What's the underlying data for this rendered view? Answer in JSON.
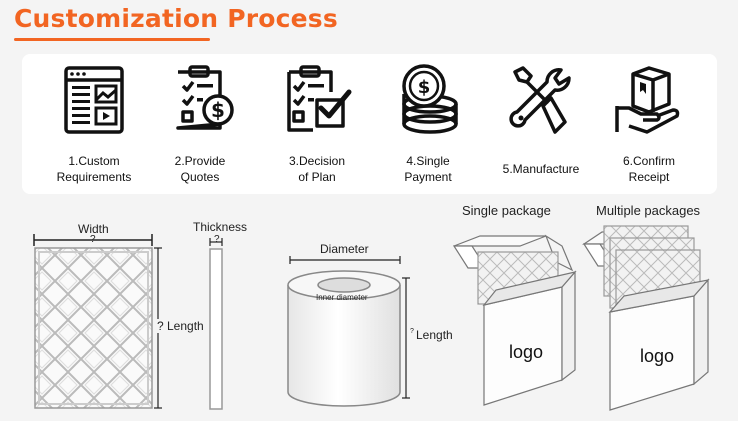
{
  "header": {
    "title": "Customization Process"
  },
  "steps": [
    {
      "label_line1": "1.Custom",
      "label_line2": "Requirements",
      "icon": "document-list-icon"
    },
    {
      "label_line1": "2.Provide",
      "label_line2": "Quotes",
      "icon": "checklist-dollar-icon"
    },
    {
      "label_line1": "3.Decision",
      "label_line2": "of Plan",
      "icon": "checklist-approval-icon"
    },
    {
      "label_line1": "4.Single",
      "label_line2": "Payment",
      "icon": "coin-stack-icon"
    },
    {
      "label_line1": "5.Manufacture",
      "label_line2": "",
      "icon": "wrench-screwdriver-icon"
    },
    {
      "label_line1": "6.Confirm",
      "label_line2": "Receipt",
      "icon": "package-hand-icon"
    }
  ],
  "filter_panel": {
    "width_label": "Width",
    "width_value": "?",
    "thickness_label": "Thickness",
    "thickness_value": "?",
    "length_label": "? Length"
  },
  "roll": {
    "diameter_label": "Diameter",
    "inner_diameter_label": "Inner diameter",
    "length_label": "Length",
    "length_value": "?"
  },
  "packages": {
    "single_label": "Single package",
    "multiple_label": "Multiple packages",
    "logo_single": "logo",
    "logo_multiple": "logo"
  },
  "colors": {
    "accent": "#f26522",
    "panel": "#ffffff",
    "background": "#f4f4f4"
  }
}
